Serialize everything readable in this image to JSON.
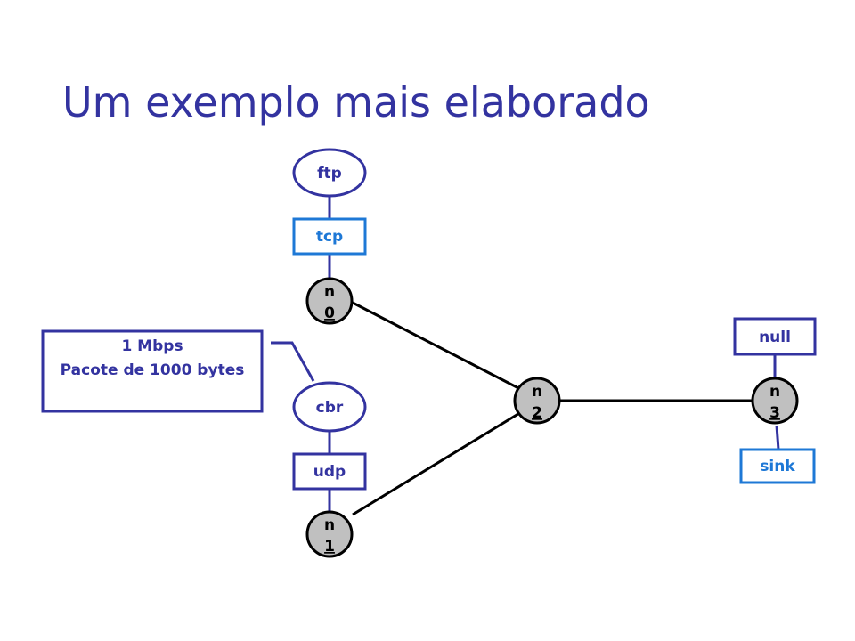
{
  "title": "Um exemplo mais elaborado",
  "colors": {
    "title": "#3333a0",
    "agent_border": "#3333a0",
    "transport_border": "#1e78d6",
    "transport_text": "#1e78d6",
    "link": "#000000",
    "node_fill": "#c0c0c0"
  },
  "nodes": [
    {
      "id": "n0",
      "line1": "n",
      "line2": "0"
    },
    {
      "id": "n1",
      "line1": "n",
      "line2": "1"
    },
    {
      "id": "n2",
      "line1": "n",
      "line2": "2"
    },
    {
      "id": "n3",
      "line1": "n",
      "line2": "3"
    }
  ],
  "applications": {
    "ftp": "ftp",
    "cbr": "cbr"
  },
  "agents": {
    "tcp": "tcp",
    "udp": "udp",
    "null": "null",
    "sink": "sink"
  },
  "note": {
    "line1": "1 Mbps",
    "line2": "Pacote de 1000 bytes"
  },
  "links": [
    {
      "from": "n0",
      "to": "n2"
    },
    {
      "from": "n1",
      "to": "n2"
    },
    {
      "from": "n2",
      "to": "n3"
    }
  ]
}
